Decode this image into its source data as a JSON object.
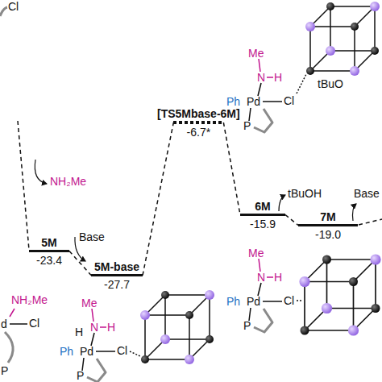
{
  "diagram": {
    "nodes": [
      {
        "text": [
          "5M",
          "-23.4"
        ]
      },
      {
        "text": [
          "5M-base",
          "-27.7"
        ]
      },
      {
        "text": [
          "[TS5Mbase-6M]",
          "-6.7*"
        ]
      },
      {
        "text": [
          "6M",
          "-15.9"
        ]
      },
      {
        "text": [
          "7M",
          "-19.0"
        ]
      }
    ],
    "edges": [
      {
        "from": 0,
        "to": 1,
        "arrow": "none"
      },
      {
        "from": 1,
        "to": 2,
        "arrow": "none"
      },
      {
        "from": 2,
        "to": 3,
        "arrow": "none"
      },
      {
        "from": 3,
        "to": 4,
        "arrow": "none"
      }
    ],
    "labels": [
      "Cl",
      "NH₂Me",
      "Base",
      "tBuOH",
      "Base",
      "Me",
      "N",
      "H",
      "H",
      "Ph",
      "Pd",
      "Cl",
      "P",
      "Me",
      "N",
      "H",
      "Ph",
      "Pd",
      "Cl",
      "P",
      "tBuO",
      "Me",
      "N",
      "H",
      "Ph",
      "Pd",
      "Cl",
      "P",
      "NH₂Me",
      "d",
      "Cl",
      "P"
    ]
  }
}
